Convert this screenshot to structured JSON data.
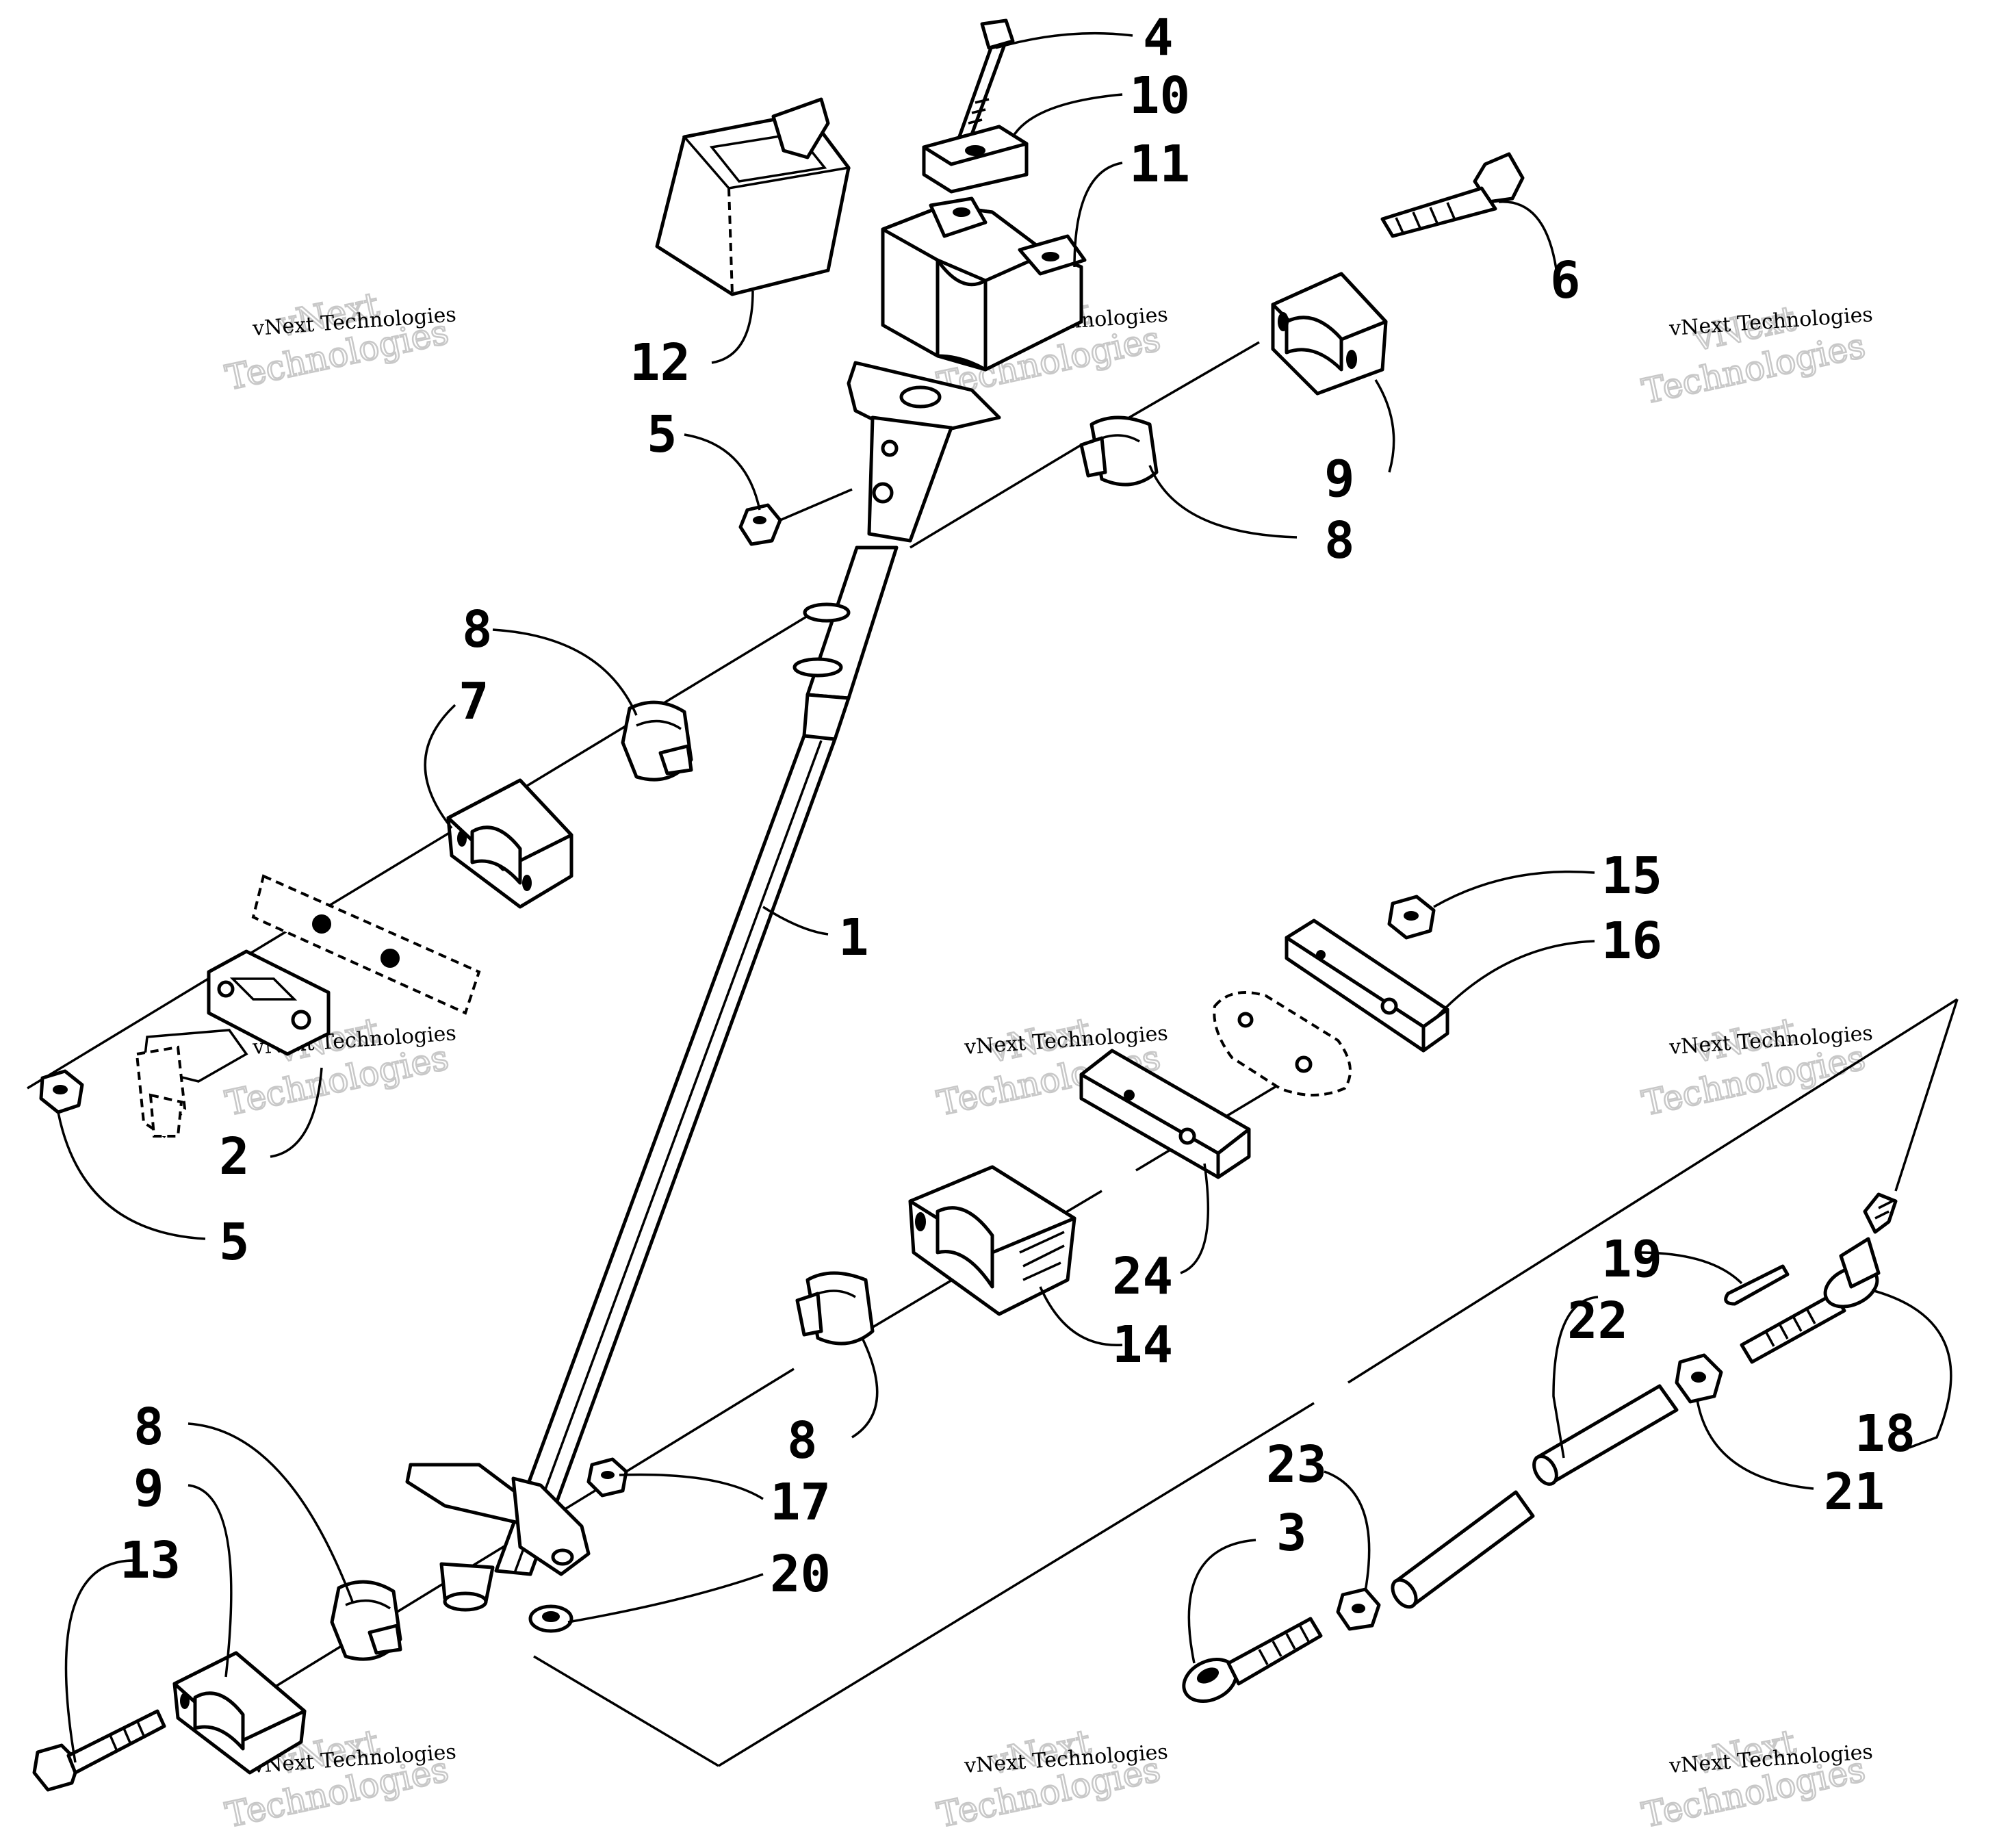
{
  "callouts": {
    "n1": "1",
    "n2": "2",
    "n3": "3",
    "n4": "4",
    "n5a": "5",
    "n5b": "5",
    "n6": "6",
    "n7": "7",
    "n8a": "8",
    "n8b": "8",
    "n8c": "8",
    "n8d": "8",
    "n9a": "9",
    "n9b": "9",
    "n10": "10",
    "n11": "11",
    "n12": "12",
    "n13": "13",
    "n14": "14",
    "n15": "15",
    "n16": "16",
    "n17": "17",
    "n18": "18",
    "n19": "19",
    "n20": "20",
    "n21": "21",
    "n22": "22",
    "n23": "23",
    "n24": "24"
  },
  "watermark": {
    "line1": "vNext",
    "line2": "Technologies",
    "caption": "vNext Technologies"
  }
}
